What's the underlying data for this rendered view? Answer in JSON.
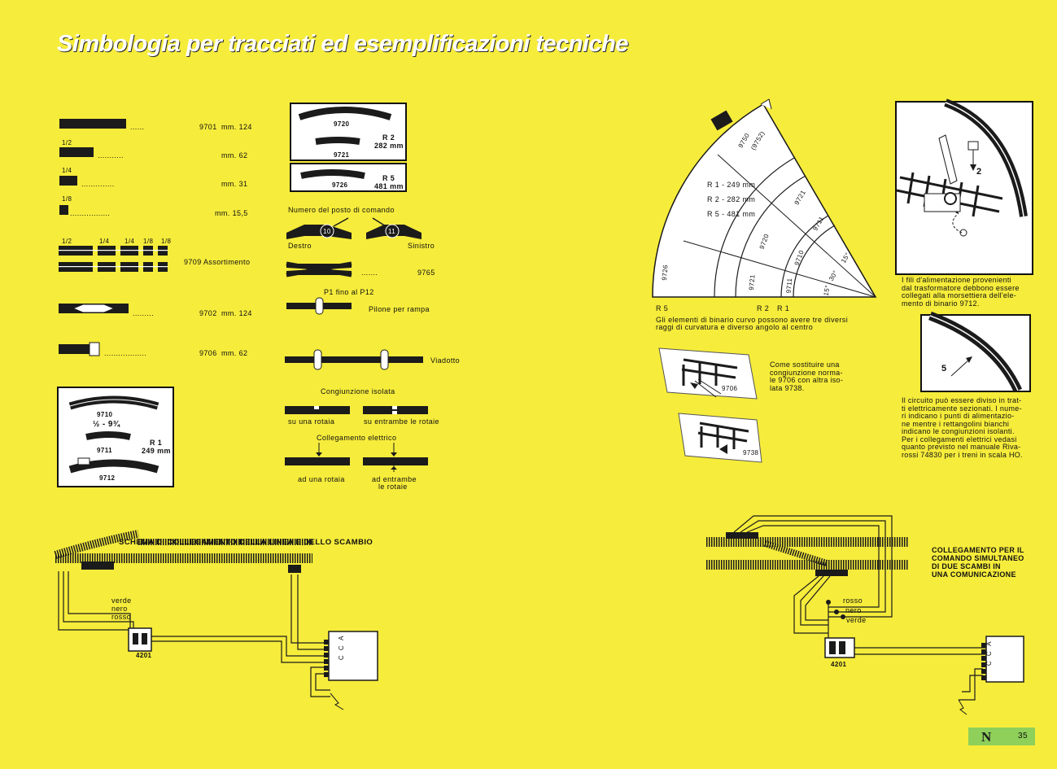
{
  "page": {
    "title": "Simbologia per tracciati ed esemplificazioni tecniche",
    "page_number": "35",
    "brand": "N"
  },
  "tracks": {
    "fraction_labels": [
      "1/2",
      "1/4",
      "1/8"
    ],
    "rows": [
      {
        "code": "9701",
        "length": "mm. 124"
      },
      {
        "code": "",
        "length": "mm. 62"
      },
      {
        "code": "",
        "length": "mm. 31"
      },
      {
        "code": "",
        "length": "mm. 15,5"
      }
    ],
    "assortment_fractions": [
      "1/2",
      "1/4",
      "1/4",
      "1/8",
      "1/8"
    ],
    "assortment_label": "9709 Assortimento",
    "joiner": {
      "code": "9702",
      "length": "mm. 124"
    },
    "end": {
      "code": "9706",
      "length": "mm. 62"
    }
  },
  "curves": {
    "box1": {
      "code_top": "9720",
      "code_bottom": "9721",
      "radius": "R 2",
      "radius_mm": "282 mm"
    },
    "box2": {
      "code": "9726",
      "radius": "R 5",
      "radius_mm": "481 mm"
    },
    "box3": {
      "code_top": "9710",
      "fraction": "½ - 9¾",
      "code_mid": "9711",
      "code_bottom": "9712",
      "radius": "R 1",
      "radius_mm": "249 mm"
    }
  },
  "command": {
    "caption": "Numero del posto di comando",
    "left_number": "10",
    "right_number": "11",
    "left_label": "Destro",
    "right_label": "Sinistro",
    "crossing_code": "9765",
    "p_label": "P1 fino al P12",
    "pylon_label": "Pilone per rampa",
    "viaduct_label": "Viadotto",
    "insulated_title": "Congiunzione isolata",
    "insulated_left": "su una rotaia",
    "insulated_right": "su entrambe le rotaie",
    "electric_title": "Collegamento elettrico",
    "electric_left": "ad una rotaia",
    "electric_right_1": "ad entrambe",
    "electric_right_2": "le rotaie"
  },
  "fan": {
    "codes": [
      "9750",
      "(9752)",
      "9721",
      "9711",
      "9720",
      "9710",
      "9726",
      "9721",
      "9711"
    ],
    "angles": [
      "15°",
      "30°",
      "15°"
    ],
    "radii_list": [
      "R 1 - 249 mm",
      "R 2 - 282 mm",
      "R 5 - 481 mm"
    ],
    "bottom_left": "R 5",
    "bottom_mid": "R 2",
    "bottom_right": "R 1",
    "caption_1": "Gli elementi di binario curvo possono avere tre diversi",
    "caption_2": "raggi di curvatura e diverso angolo al centro"
  },
  "replace": {
    "code_a": "9706",
    "code_b": "9738",
    "text": [
      "Come sostituire una",
      "congiunzione norma-",
      "le 9706 con altra iso-",
      "lata 9738."
    ]
  },
  "feed": {
    "marker": "2",
    "text": [
      "I fili d'alimentazione provenienti",
      "dal trasformatore debbono essere",
      "collegati alla morsettiera dell'ele-",
      "mento di binario 9712."
    ]
  },
  "sections": {
    "marker": "5",
    "text": [
      "Il circuito può essere diviso in trat-",
      "ti elettricamente sezionati. I nume-",
      "ri indicano i punti di alimentazio-",
      "ne mentre i rettangolini bianchi",
      "indicano le congiunzioni isolanti.",
      "Per i collegamenti elettrici vedasi",
      "quanto previsto nel manuale Riva-",
      "rossi 74830 per i treni in scala HO."
    ]
  },
  "schema_left": {
    "title": "SCHEMA DI COLLEGAMENTO DELLA LINEA E DELLO SCAMBIO",
    "wires": [
      "verde",
      "nero",
      "rosso"
    ],
    "device": "4201",
    "letters": [
      "A",
      "C",
      "C"
    ]
  },
  "schema_right": {
    "title": [
      "COLLEGAMENTO PER IL",
      "COMANDO SIMULTANEO",
      "DI DUE SCAMBI IN",
      "UNA COMUNICAZIONE"
    ],
    "wires": [
      "rosso",
      "nero",
      "verde"
    ],
    "device": "4201",
    "letters": [
      "A",
      "C",
      "C"
    ]
  }
}
